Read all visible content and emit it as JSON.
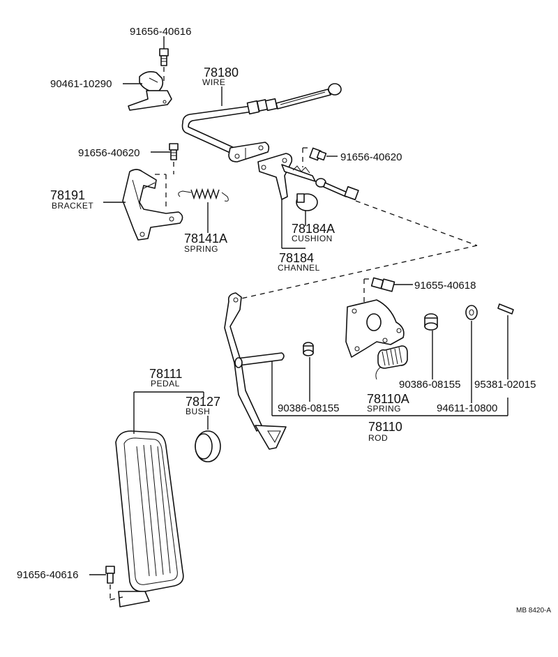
{
  "labels": {
    "bolt_top": "91656-40616",
    "clip_top": "90461-10290",
    "wire_no": "78180",
    "wire_name": "WIRE",
    "bolt_left": "91656-40620",
    "bolt_right": "91656-40620",
    "bracket_no": "78191",
    "bracket_name": "BRACKET",
    "spring_a_no": "78141A",
    "spring_a_name": "SPRING",
    "cushion_no": "78184A",
    "cushion_name": "CUSHION",
    "channel_no": "78184",
    "channel_name": "CHANNEL",
    "bolt_rod": "91655-40618",
    "pedal_no": "78111",
    "pedal_name": "PEDAL",
    "bush_no": "78127",
    "bush_name": "BUSH",
    "bushing_left": "90386-08155",
    "bushing_right": "90386-08155",
    "pin": "95381-02015",
    "washer": "94611-10800",
    "spring_b_no": "78110A",
    "spring_b_name": "SPRING",
    "rod_no": "78110",
    "rod_name": "ROD",
    "bolt_bottom": "91656-40616",
    "ref_code": "MB 8420-A"
  }
}
